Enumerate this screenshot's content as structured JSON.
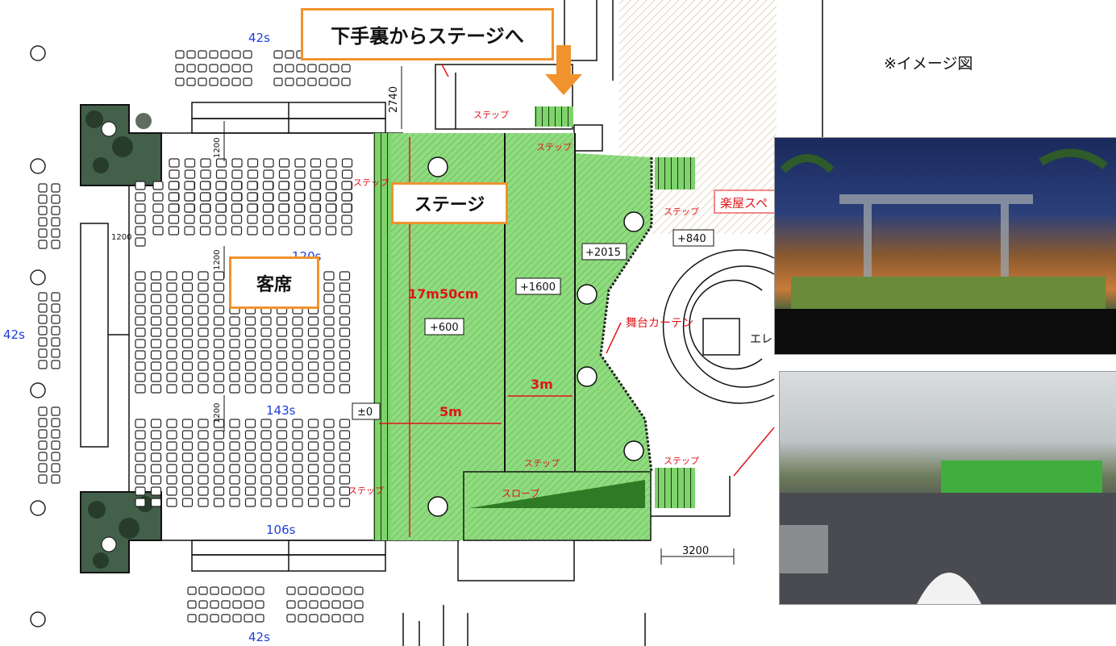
{
  "image_note": "※イメージ図",
  "callouts": {
    "backstage": "下手裏からステージへ",
    "stage": "ステージ",
    "seats": "客席"
  },
  "seat_counts": {
    "top": "42s",
    "upper": "120s",
    "middle": "143s",
    "bottom": "106s",
    "left": "42s",
    "bottom_outer": "42s"
  },
  "dimensions": {
    "stage_depth": "17m50cm",
    "section_1": "5m",
    "section_2": "3m",
    "height_2740": "2740",
    "width_3200": "3200",
    "gap_1200_a": "1200",
    "gap_1200_b": "1200",
    "gap_1200_c": "1200",
    "gap_1200_d": "1200"
  },
  "levels": {
    "floor": "±0",
    "stage_front": "+600",
    "stage_mid": "+1600",
    "stage_back": "+2015",
    "right_area": "+840"
  },
  "labels": {
    "step_1": "ステップ",
    "step_2": "ステップ",
    "step_3": "ステップ",
    "step_4": "ステップ",
    "step_5": "ステップ",
    "step_6": "ステップ",
    "step_7": "ステップ",
    "slope": "スロープ",
    "curtain": "舞台カーテン",
    "dressing": "楽屋スペ",
    "elevator": "エレ"
  },
  "colors": {
    "stage_green": "#8fdc7e",
    "callout_border": "#f0932e",
    "dim_red": "#e0141a",
    "seat_blue": "#1f3fd6"
  }
}
